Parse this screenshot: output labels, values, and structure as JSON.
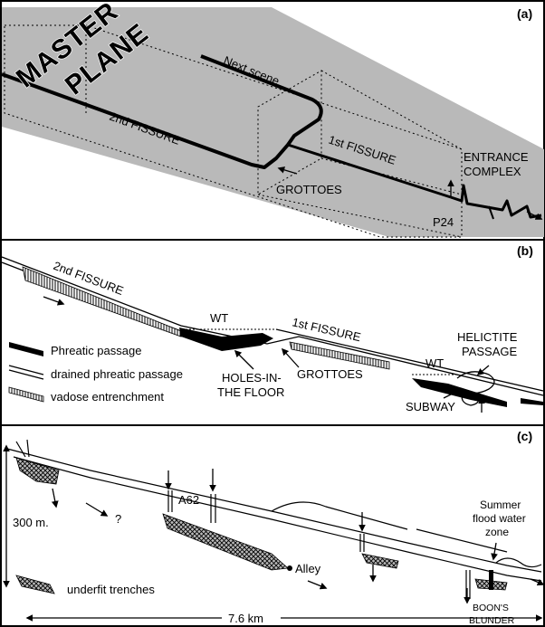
{
  "panels": {
    "a": {
      "label": "(a)",
      "master_plane": [
        "MASTER",
        "PLANE"
      ],
      "next_scene": "Next scene",
      "second_fissure": "2nd FISSURE",
      "first_fissure": "1st FISSURE",
      "grottoes": "GROTTOES",
      "entrance_complex": [
        "ENTRANCE",
        "COMPLEX"
      ],
      "p24": "P24"
    },
    "b": {
      "label": "(b)",
      "second_fissure": "2nd FISSURE",
      "first_fissure": "1st FISSURE",
      "wt": "WT",
      "helictite": [
        "HELICTITE",
        "PASSAGE"
      ],
      "grottoes": "GROTTOES",
      "holes": [
        "HOLES-IN-",
        "THE FLOOR"
      ],
      "subway": "SUBWAY",
      "legend": [
        "Phreatic passage",
        "drained phreatic passage",
        "vadose entrenchment"
      ]
    },
    "c": {
      "label": "(c)",
      "height": "300 m.",
      "a62": "A62",
      "question": "?",
      "alley": "Alley",
      "summer": [
        "Summer",
        "flood water",
        "zone"
      ],
      "boons": [
        "BOON'S",
        "BLUNDER"
      ],
      "legend": "underfit trenches",
      "length": "7.6 km"
    }
  }
}
